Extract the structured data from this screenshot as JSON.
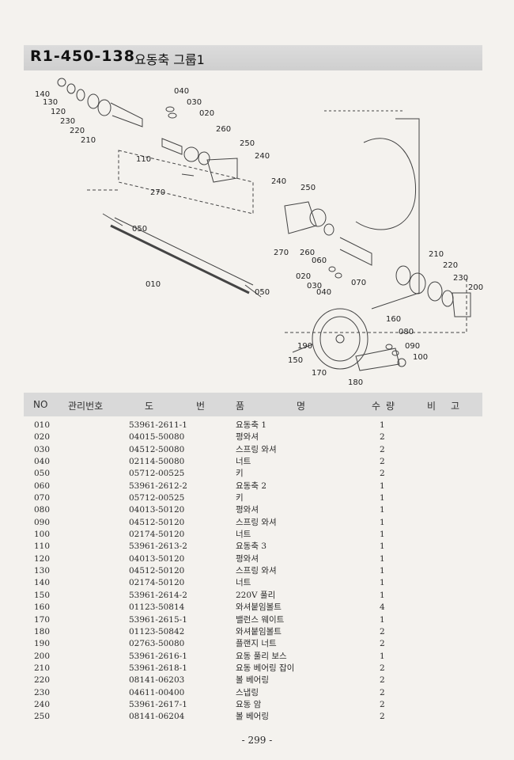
{
  "header": {
    "code": "R1-450-138",
    "name": "요동축 그룹1"
  },
  "diagram": {
    "callouts": [
      "140",
      "130",
      "120",
      "230",
      "220",
      "210",
      "040",
      "030",
      "020",
      "260",
      "250",
      "240",
      "110",
      "270",
      "050",
      "010",
      "050",
      "240",
      "250",
      "270",
      "260",
      "060",
      "020",
      "030",
      "040",
      "070",
      "210",
      "220",
      "230",
      "200",
      "160",
      "080",
      "090",
      "100",
      "190",
      "150",
      "170",
      "180"
    ]
  },
  "table": {
    "headers": {
      "no": "NO",
      "mgmt": "관리번호",
      "part1": "도",
      "part2": "번",
      "name1": "품",
      "name2": "명",
      "qty1": "수",
      "qty2": "량",
      "note1": "비",
      "note2": "고"
    },
    "rows": [
      {
        "no": "010",
        "part": "53961-2611-1",
        "name": "요동축 1",
        "qty": "1"
      },
      {
        "no": "020",
        "part": "04015-50080",
        "name": "평와셔",
        "qty": "2"
      },
      {
        "no": "030",
        "part": "04512-50080",
        "name": "스프링 와셔",
        "qty": "2"
      },
      {
        "no": "040",
        "part": "02114-50080",
        "name": "너트",
        "qty": "2"
      },
      {
        "no": "050",
        "part": "05712-00525",
        "name": "키",
        "qty": "2"
      },
      {
        "no": "060",
        "part": "53961-2612-2",
        "name": "요동축 2",
        "qty": "1"
      },
      {
        "no": "070",
        "part": "05712-00525",
        "name": "키",
        "qty": "1"
      },
      {
        "no": "080",
        "part": "04013-50120",
        "name": "평와셔",
        "qty": "1"
      },
      {
        "no": "090",
        "part": "04512-50120",
        "name": "스프링 와셔",
        "qty": "1"
      },
      {
        "no": "100",
        "part": "02174-50120",
        "name": "너트",
        "qty": "1"
      },
      {
        "no": "110",
        "part": "53961-2613-2",
        "name": "요동축 3",
        "qty": "1"
      },
      {
        "no": "120",
        "part": "04013-50120",
        "name": "평와셔",
        "qty": "1"
      },
      {
        "no": "130",
        "part": "04512-50120",
        "name": "스프링 와셔",
        "qty": "1"
      },
      {
        "no": "140",
        "part": "02174-50120",
        "name": "너트",
        "qty": "1"
      },
      {
        "no": "150",
        "part": "53961-2614-2",
        "name": "220V 풀리",
        "qty": "1"
      },
      {
        "no": "160",
        "part": "01123-50814",
        "name": "와셔붙임볼트",
        "qty": "4"
      },
      {
        "no": "170",
        "part": "53961-2615-1",
        "name": "밸런스 웨이트",
        "qty": "1"
      },
      {
        "no": "180",
        "part": "01123-50842",
        "name": "와셔붙임볼트",
        "qty": "2"
      },
      {
        "no": "190",
        "part": "02763-50080",
        "name": "플랜지 너트",
        "qty": "2"
      },
      {
        "no": "200",
        "part": "53961-2616-1",
        "name": "요동 풀리 보스",
        "qty": "1"
      },
      {
        "no": "210",
        "part": "53961-2618-1",
        "name": "요동 베어링 잡이",
        "qty": "2"
      },
      {
        "no": "220",
        "part": "08141-06203",
        "name": "볼 베어링",
        "qty": "2"
      },
      {
        "no": "230",
        "part": "04611-00400",
        "name": "스냅링",
        "qty": "2"
      },
      {
        "no": "240",
        "part": "53961-2617-1",
        "name": "요동 암",
        "qty": "2"
      },
      {
        "no": "250",
        "part": "08141-06204",
        "name": "볼 베어링",
        "qty": "2"
      }
    ]
  },
  "footer": {
    "page": "- 299 -"
  }
}
